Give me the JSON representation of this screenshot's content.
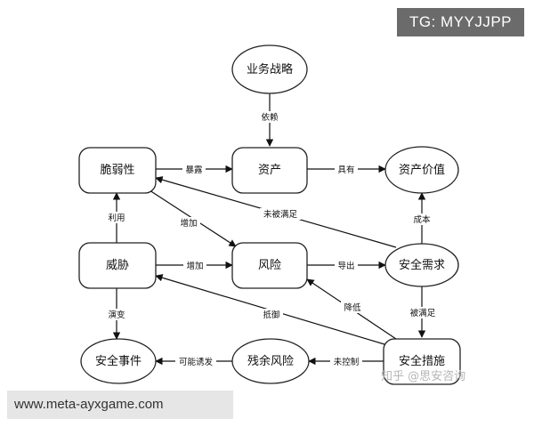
{
  "nodes": {
    "business_strategy": "业务战略",
    "vulnerability": "脆弱性",
    "asset": "资产",
    "asset_value": "资产价值",
    "threat": "威胁",
    "risk": "风险",
    "security_requirement": "安全需求",
    "security_incident": "安全事件",
    "residual_risk": "残余风险",
    "security_measure": "安全措施"
  },
  "edges": {
    "depends": "依赖",
    "exposes": "暴露",
    "has": "具有",
    "unmet": "未被满足",
    "cost": "成本",
    "exploits": "利用",
    "increase1": "增加",
    "increase2": "增加",
    "derives": "导出",
    "evolves": "演变",
    "resists": "抵御",
    "reduces": "降低",
    "satisfied": "被满足",
    "may_trigger": "可能诱发",
    "uncontrolled": "未控制"
  },
  "overlays": {
    "tg": "TG: MYYJJPP",
    "url": "www.meta-ayxgame.com",
    "watermark": "知乎 @思安咨询"
  }
}
